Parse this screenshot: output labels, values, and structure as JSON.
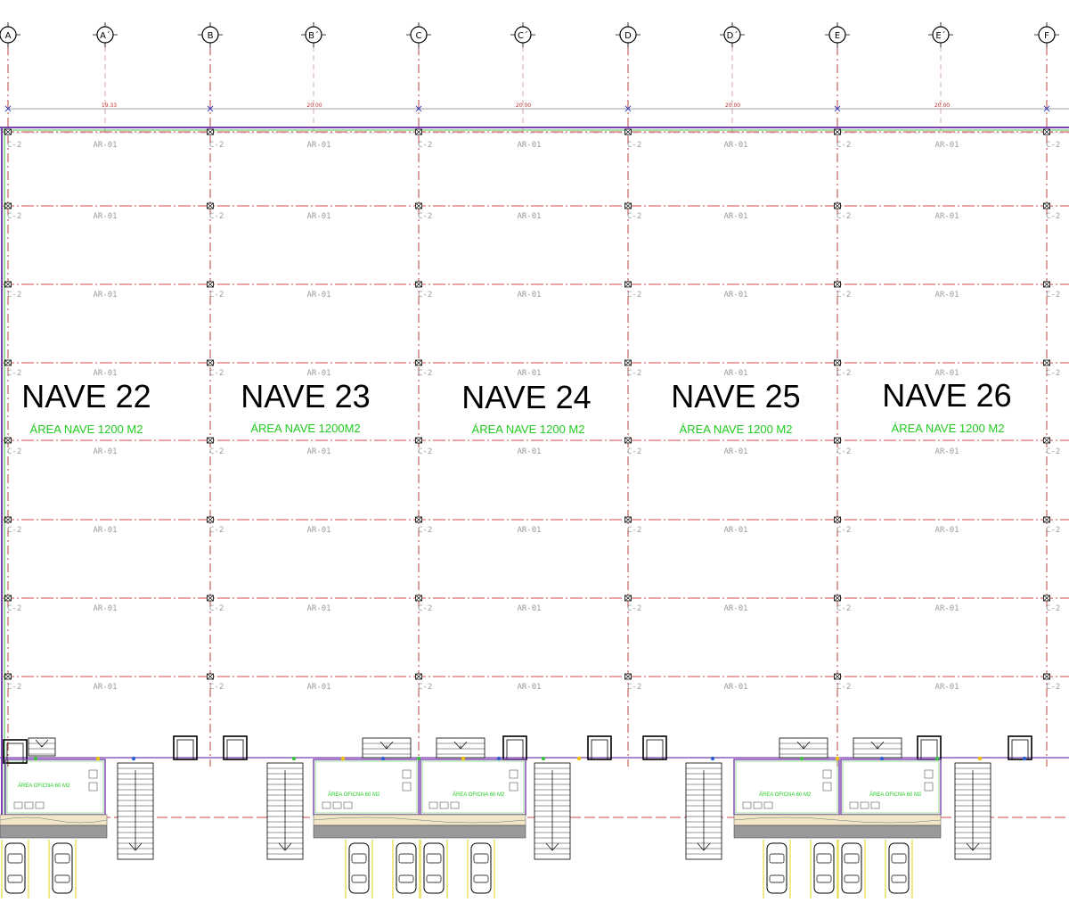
{
  "axes": [
    "A",
    "A´",
    "B",
    "B´",
    "C",
    "C´",
    "D",
    "D´",
    "E",
    "E´",
    "F"
  ],
  "dimensions": [
    "19.33",
    "20.00",
    "20.00",
    "20.00",
    "20.00"
  ],
  "column_tag": "C-2",
  "beam_tag": "AR-01",
  "naves": [
    {
      "title": "NAVE 22",
      "area": "ÁREA NAVE 1200 M2"
    },
    {
      "title": "NAVE 23",
      "area": "ÁREA NAVE 1200M2"
    },
    {
      "title": "NAVE 24",
      "area": "ÁREA NAVE 1200 M2"
    },
    {
      "title": "NAVE 25",
      "area": "ÁREA NAVE 1200 M2"
    },
    {
      "title": "NAVE 26",
      "area": "ÁREA NAVE 1200 M2"
    }
  ],
  "offices": [
    {
      "label": "ÁREA OFICNA 60 M2"
    },
    {
      "label": "ÁREA OFICNA 60 M2"
    },
    {
      "label": "ÁREA OFICNA 60 M2"
    },
    {
      "label": "ÁREA OFICNA 60 M2"
    },
    {
      "label": "ÁREA OFICNA 60 M2"
    }
  ],
  "colors": {
    "grid_red": "#d04848",
    "axis_dash": "#b03030",
    "wall_purple": "#7a3fb0",
    "wall_blue": "#3040c0",
    "green_text": "#22cc22",
    "label_gray": "#9a9a9a"
  }
}
